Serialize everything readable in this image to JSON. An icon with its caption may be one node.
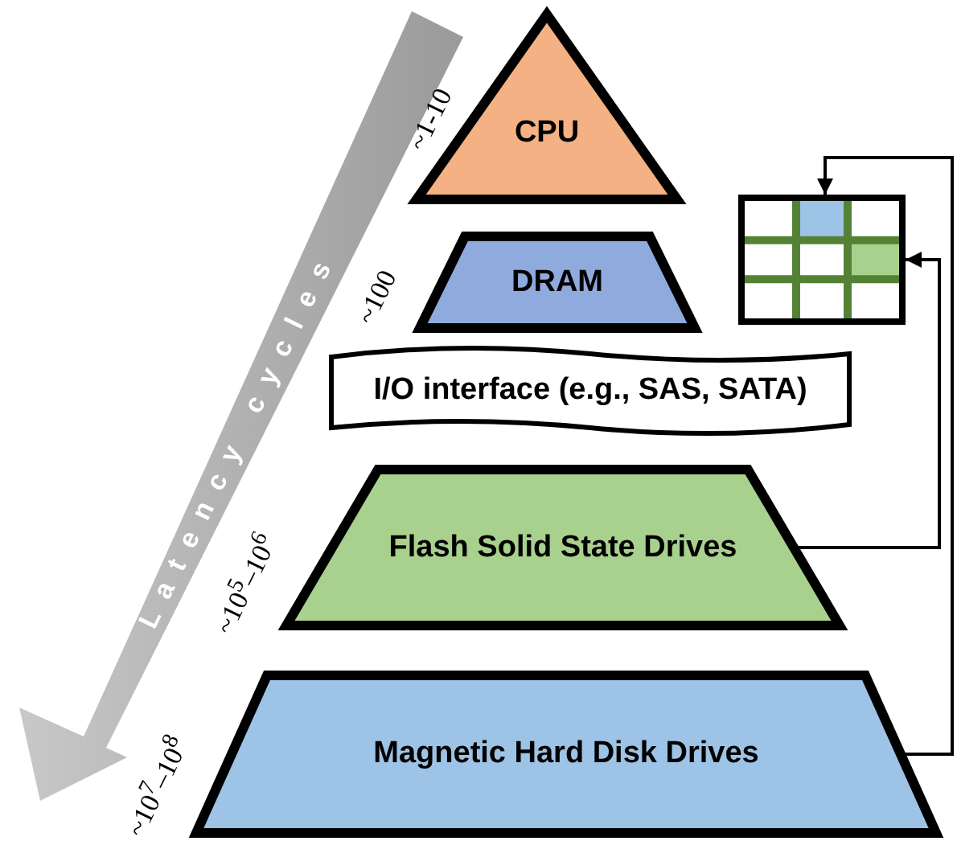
{
  "diagram": {
    "nodes": [
      {
        "text": [
          "CPU"
        ],
        "beside": [
          "~1-10"
        ]
      },
      {
        "text": [
          "DRAM"
        ],
        "beside": [
          "~100"
        ]
      },
      {
        "text": [
          "I/O interface (e.g., SAS, SATA)"
        ]
      },
      {
        "text": [
          "Flash Solid State Drives"
        ],
        "beside": [
          "~10$^{5}$–10$^{6}$"
        ]
      },
      {
        "text": [
          "Magnetic Hard Disk Drives"
        ],
        "beside": [
          "~10$^{7}$–10$^{8}$"
        ]
      },
      {
        "text": [],
        "shape": "grid"
      }
    ],
    "edges": [
      {
        "from": 4,
        "to": 5,
        "arrow": "to"
      },
      {
        "from": 3,
        "to": 5,
        "arrow": "to"
      }
    ],
    "labels": [
      "Latency cycles"
    ]
  }
}
